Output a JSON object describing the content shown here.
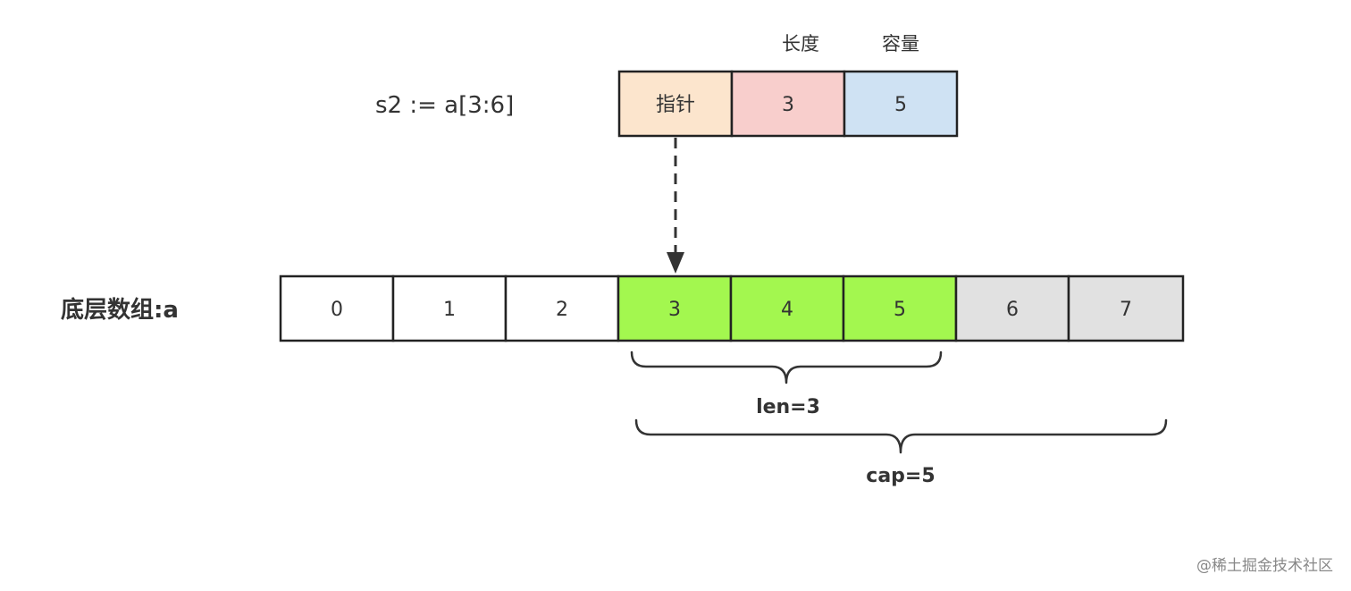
{
  "slice": {
    "label": "s2 := a[3:6]",
    "headers": {
      "len": "长度",
      "cap": "容量"
    },
    "cells": [
      {
        "text": "指针",
        "color": "#fce5cd"
      },
      {
        "text": "3",
        "color": "#f8cecc"
      },
      {
        "text": "5",
        "color": "#cfe2f3"
      }
    ]
  },
  "array": {
    "label": "底层数组:a",
    "cells": [
      {
        "text": "0",
        "color": "#ffffff"
      },
      {
        "text": "1",
        "color": "#ffffff"
      },
      {
        "text": "2",
        "color": "#ffffff"
      },
      {
        "text": "3",
        "color": "#a3f74f"
      },
      {
        "text": "4",
        "color": "#a3f74f"
      },
      {
        "text": "5",
        "color": "#a3f74f"
      },
      {
        "text": "6",
        "color": "#e1e1e1"
      },
      {
        "text": "7",
        "color": "#e1e1e1"
      }
    ]
  },
  "braces": {
    "len": "len=3",
    "cap": "cap=5"
  },
  "watermark": "@稀土掘金技术社区"
}
